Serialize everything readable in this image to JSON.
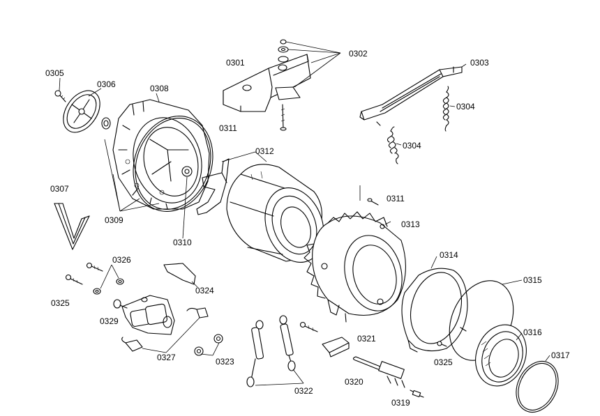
{
  "labels": {
    "p0301": "0301",
    "p0302": "0302",
    "p0303": "0303",
    "p0304a": "0304",
    "p0304b": "0304",
    "p0305": "0305",
    "p0306": "0306",
    "p0307": "0307",
    "p0308": "0308",
    "p0309": "0309",
    "p0310": "0310",
    "p0311a": "0311",
    "p0311b": "0311",
    "p0312": "0312",
    "p0313": "0313",
    "p0314": "0314",
    "p0315": "0315",
    "p0316": "0316",
    "p0317": "0317",
    "p0319": "0319",
    "p0320": "0320",
    "p0321": "0321",
    "p0322": "0322",
    "p0323": "0323",
    "p0324": "0324",
    "p0325a": "0325",
    "p0325b": "0325",
    "p0326": "0326",
    "p0327": "0327",
    "p0329": "0329"
  }
}
